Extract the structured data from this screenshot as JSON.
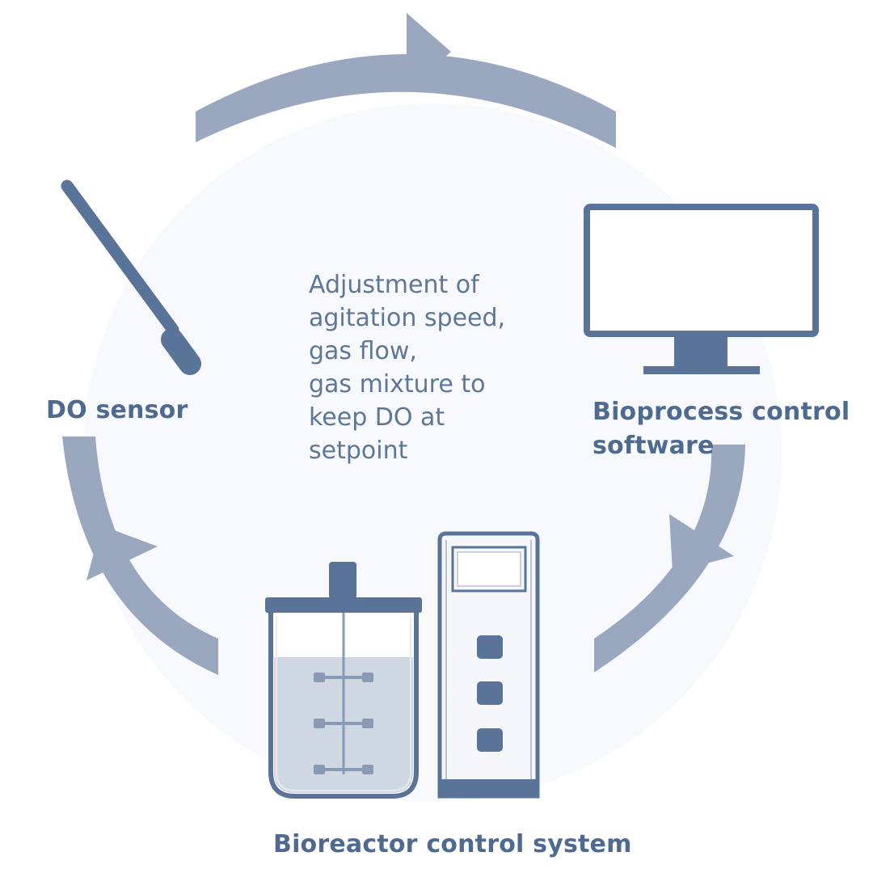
{
  "colors": {
    "arrow": "#9aa8bf",
    "device": "#5a7399",
    "text": "#4f6a91",
    "background_disc": "#f7f9fc",
    "liquid": "#cfd7e2",
    "panel_fill": "#f5f7fa"
  },
  "labels": {
    "do_sensor": "DO sensor",
    "bioprocess_software": [
      "Bioprocess control",
      "software"
    ],
    "bioreactor_system": "Bioreactor control system"
  },
  "center_text": [
    "Adjustment of",
    "agitation speed,",
    "gas flow,",
    "gas mixture to",
    "keep DO at",
    "setpoint"
  ],
  "icons": {
    "cycle_arrows": [
      "cycle-arrow-top-icon",
      "cycle-arrow-right-icon",
      "cycle-arrow-left-icon"
    ],
    "do_sensor": "do-sensor-probe-icon",
    "monitor": "computer-monitor-icon",
    "vessel": "bioreactor-vessel-icon",
    "controller": "controller-unit-icon"
  }
}
